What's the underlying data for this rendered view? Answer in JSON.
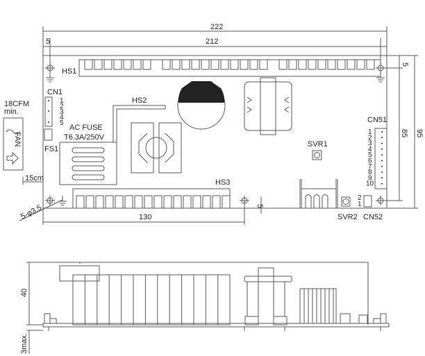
{
  "dimensions": {
    "overall_length": "222",
    "hole_offset_left": "5",
    "hole_pitch_x": "212",
    "hole_offset_top": "5",
    "hole_pitch_y": "85",
    "overall_width": "95",
    "hole_to_middle": "130",
    "hole_offset_bottom": "5",
    "holes": "5-φ3.5",
    "height": "40",
    "pin_length": "3max."
  },
  "fan": {
    "airflow": "18CFM",
    "airflow_note": "min.",
    "label": "FAN",
    "distance": "15cm"
  },
  "components": {
    "hs1": "HS1",
    "hs2": "HS2",
    "hs3": "HS3",
    "cn1": "CN1",
    "cn1_pins": [
      "1",
      "2",
      "3",
      "4",
      "5"
    ],
    "fs1": "FS1",
    "fuse_title": "AC FUSE",
    "fuse_rating": "T6.3A/250V",
    "svr1": "SVR1",
    "svr2": "SVR2",
    "cn51": "CN51",
    "cn51_pins": [
      "1",
      "2",
      "3",
      "4",
      "5",
      "6",
      "7",
      "8",
      "9",
      "10"
    ],
    "cn52": "CN52",
    "cn52_pins": [
      "2",
      "1"
    ]
  }
}
